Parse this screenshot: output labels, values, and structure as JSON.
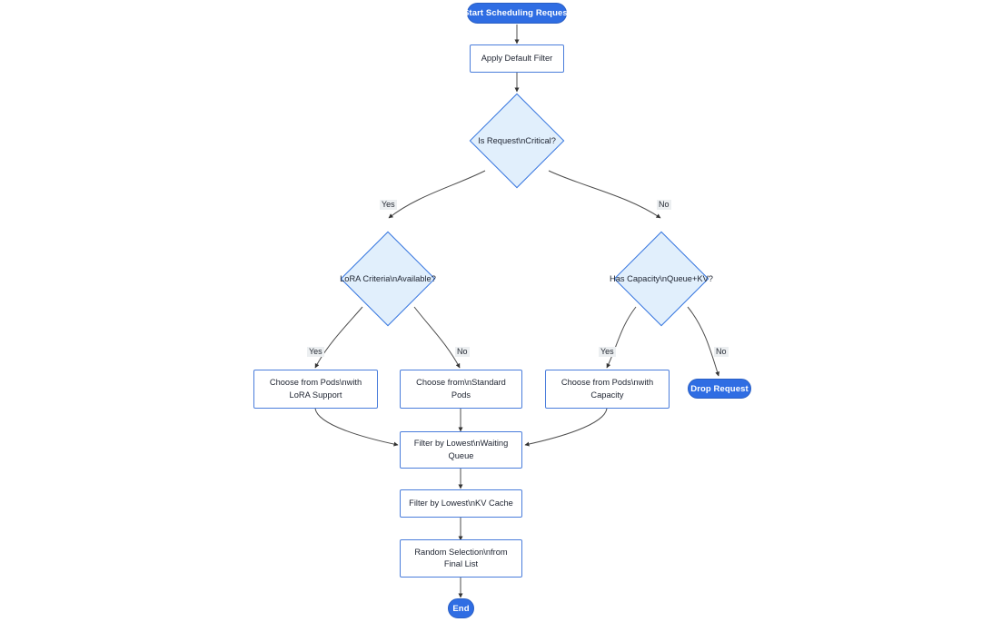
{
  "diagram": {
    "type": "flowchart",
    "direction": "top-down",
    "background": "#ffffff",
    "colors": {
      "terminal_fill": "#2f6de3",
      "terminal_text": "#ffffff",
      "process_fill": "#ffffff",
      "process_border": "#4a7ddb",
      "decision_fill": "#e1effc",
      "decision_border": "#3a78e0",
      "edge_stroke": "#4d4d4d",
      "edge_label_bg": "#eceff1",
      "text": "#1d2330"
    },
    "nodes": [
      {
        "id": "start",
        "shape": "stadium",
        "label": "Start Scheduling Request"
      },
      {
        "id": "default",
        "shape": "process",
        "label": "Apply Default Filter"
      },
      {
        "id": "critical",
        "shape": "decision",
        "label": "Is Request\\nCritical?"
      },
      {
        "id": "lora",
        "shape": "decision",
        "label": "LoRA Criteria\\nAvailable?"
      },
      {
        "id": "capacity",
        "shape": "decision",
        "label": "Has Capacity\\nQueue+KV?"
      },
      {
        "id": "lorapods",
        "shape": "process",
        "label": "Choose from Pods\\nwith LoRA Support",
        "line1": "Choose from Pods\\nwith",
        "line2": "LoRA Support"
      },
      {
        "id": "standardpods",
        "shape": "process",
        "label": "Choose from\\nStandard Pods",
        "line1": "Choose from\\nStandard",
        "line2": "Pods"
      },
      {
        "id": "capacitypods",
        "shape": "process",
        "label": "Choose from Pods\\nwith Capacity",
        "line1": "Choose from Pods\\nwith",
        "line2": "Capacity"
      },
      {
        "id": "drop",
        "shape": "stadium",
        "label": "Drop Request"
      },
      {
        "id": "waiting",
        "shape": "process",
        "label": "Filter by Lowest\\nWaiting Queue",
        "line1": "Filter by Lowest\\nWaiting",
        "line2": "Queue"
      },
      {
        "id": "kvcache",
        "shape": "process",
        "label": "Filter by Lowest\\nKV Cache"
      },
      {
        "id": "random",
        "shape": "process",
        "label": "Random Selection\\nfrom Final List",
        "line1": "Random Selection\\nfrom",
        "line2": "Final List"
      },
      {
        "id": "end",
        "shape": "stadium",
        "label": "End"
      }
    ],
    "edges": [
      {
        "from": "start",
        "to": "default",
        "label": ""
      },
      {
        "from": "default",
        "to": "critical",
        "label": ""
      },
      {
        "from": "critical",
        "to": "lora",
        "label": "Yes"
      },
      {
        "from": "critical",
        "to": "capacity",
        "label": "No"
      },
      {
        "from": "lora",
        "to": "lorapods",
        "label": "Yes"
      },
      {
        "from": "lora",
        "to": "standardpods",
        "label": "No"
      },
      {
        "from": "capacity",
        "to": "capacitypods",
        "label": "Yes"
      },
      {
        "from": "capacity",
        "to": "drop",
        "label": "No"
      },
      {
        "from": "lorapods",
        "to": "waiting",
        "label": ""
      },
      {
        "from": "standardpods",
        "to": "waiting",
        "label": ""
      },
      {
        "from": "capacitypods",
        "to": "waiting",
        "label": ""
      },
      {
        "from": "waiting",
        "to": "kvcache",
        "label": ""
      },
      {
        "from": "kvcache",
        "to": "random",
        "label": ""
      },
      {
        "from": "random",
        "to": "end",
        "label": ""
      }
    ],
    "edge_labels": {
      "critical_yes": "Yes",
      "critical_no": "No",
      "lora_yes": "Yes",
      "lora_no": "No",
      "capacity_yes": "Yes",
      "capacity_no": "No"
    }
  }
}
